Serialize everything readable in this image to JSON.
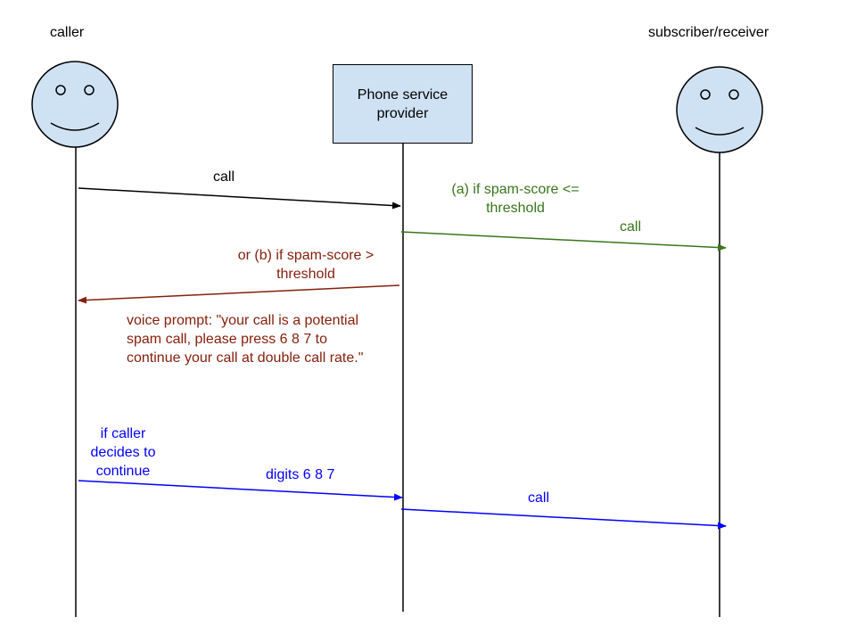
{
  "actors": {
    "caller": "caller",
    "receiver": "subscriber/receiver",
    "provider": "Phone service provider"
  },
  "messages": {
    "call_1": "call",
    "condition_a": "(a) if spam-score <= threshold",
    "call_2": "call",
    "condition_b": "or (b) if spam-score > threshold",
    "voice_prompt": "voice prompt: \"your call is a potential spam call, please press 6 8 7 to continue your call at double call rate.\"",
    "caller_decision": "if caller decides to continue",
    "digits": "digits 6 8 7",
    "call_3": "call"
  },
  "colors": {
    "actor_fill": "#cfe2f3",
    "default": "#000000",
    "green": "#38761d",
    "red": "#85200c",
    "blue": "#0000ff"
  }
}
